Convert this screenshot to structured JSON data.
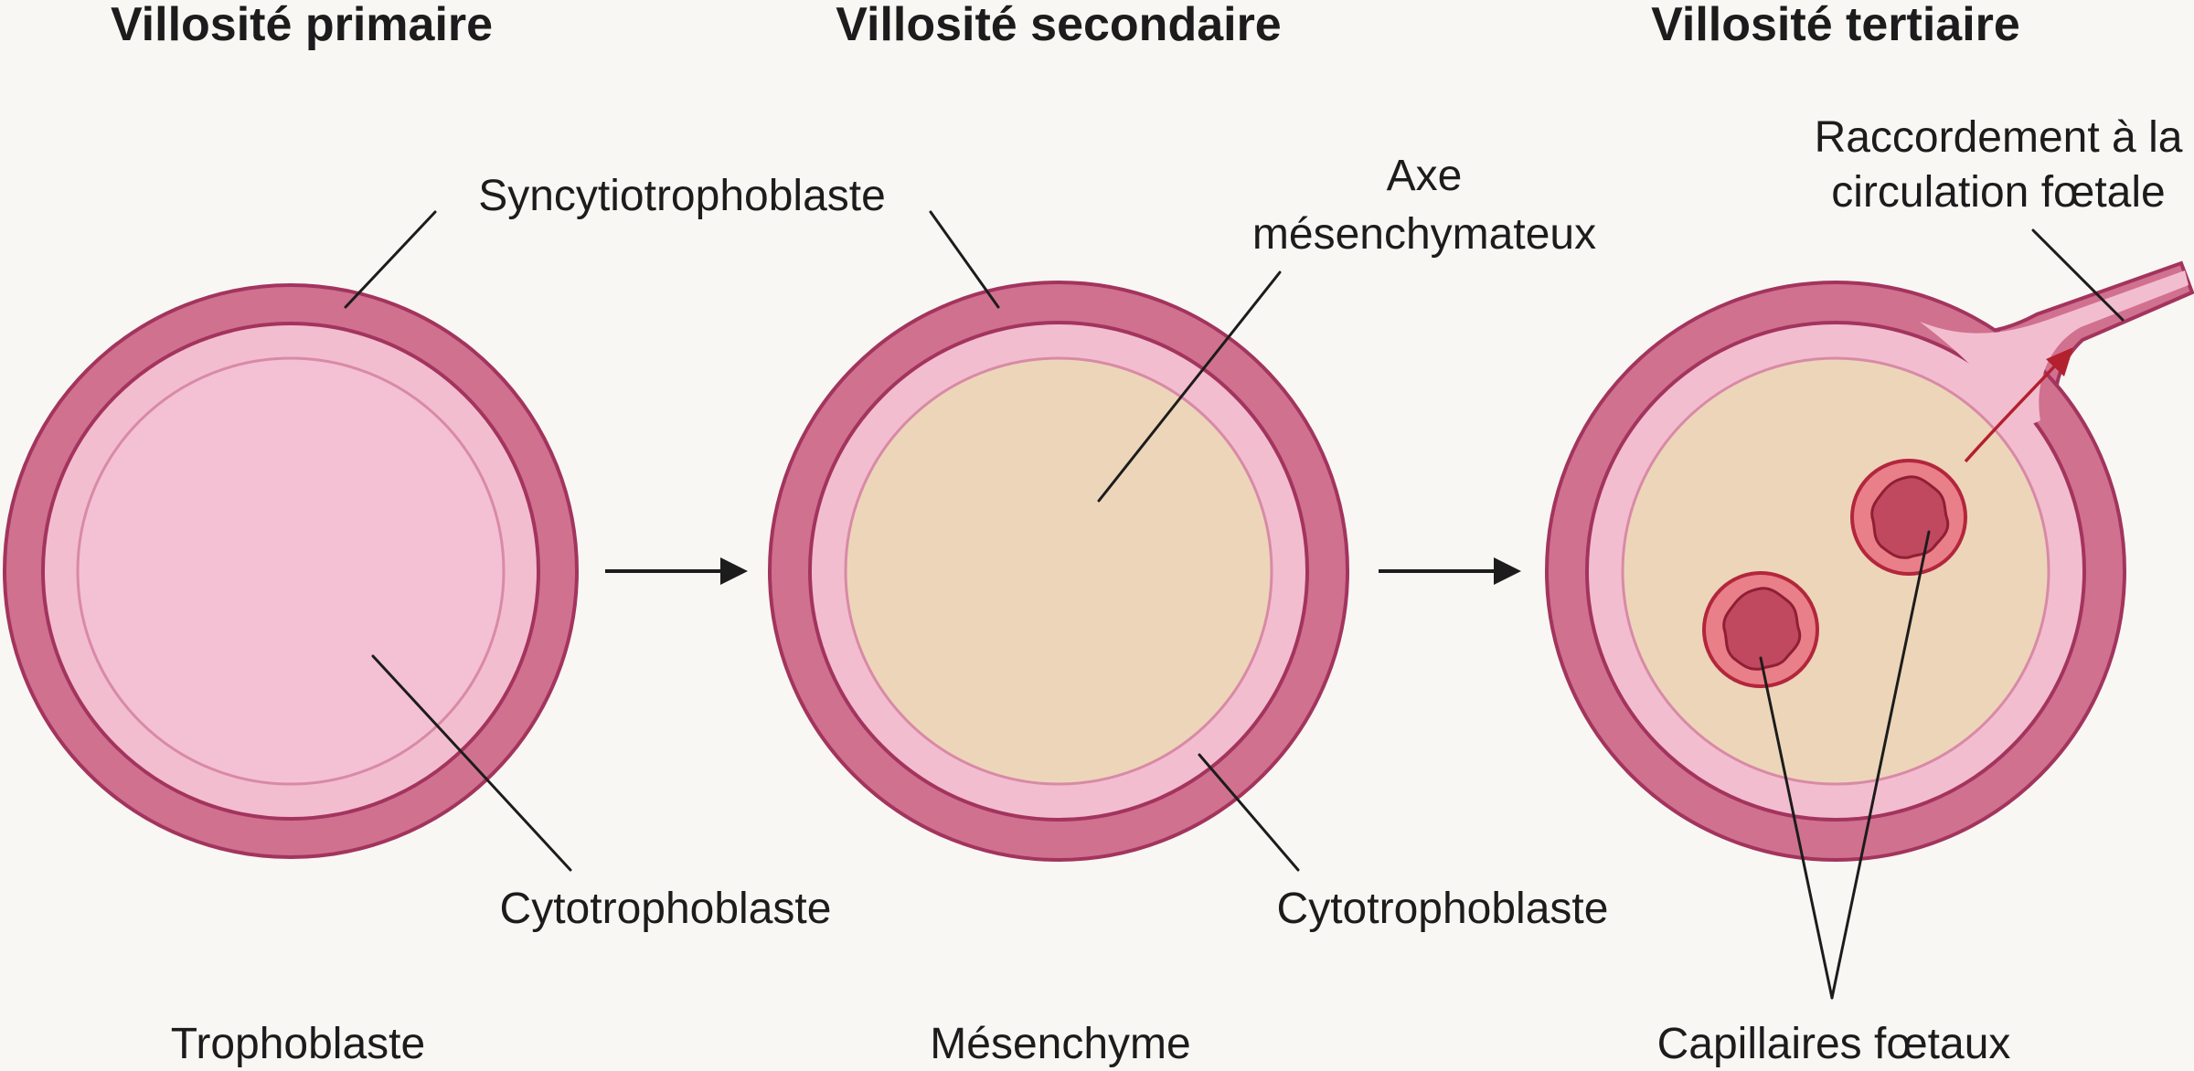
{
  "titles": {
    "primary": "Villosité primaire",
    "secondary": "Villosité secondaire",
    "tertiary": "Villosité tertiaire"
  },
  "labels": {
    "syncytiotrophoblaste": "Syncytiotrophoblaste",
    "cytotrophoblaste_1": "Cytotrophoblaste",
    "axe_line1": "Axe",
    "axe_line2": "mésenchymateux",
    "cytotrophoblaste_2": "Cytotrophoblaste",
    "raccordement_line1": "Raccordement à la",
    "raccordement_line2": "circulation fœtale",
    "capillaires": "Capillaires fœtaux"
  },
  "bottom_labels": {
    "primary": "Trophoblaste",
    "secondary": "Mésenchyme"
  },
  "colors": {
    "background": "#f8f7f4",
    "syncytio_outer": "#d0718f",
    "syncytio_outline": "#a3345e",
    "cytotrophoblaste": "#f3bdd0",
    "trophoblaste_core": "#f4c0d4",
    "mesenchyme_core": "#edd5b9",
    "capillary_wall": "#e98089",
    "capillary_outline": "#b3263c",
    "capillary_lumen": "#c0485f",
    "vessel_arrow": "#b3202e",
    "text": "#1c1c1c"
  }
}
